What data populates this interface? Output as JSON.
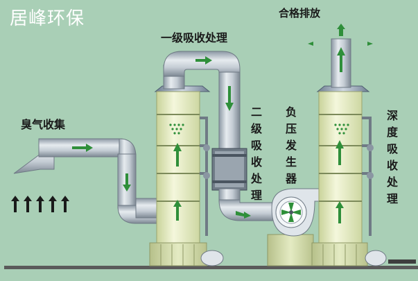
{
  "brand": "居峰环保",
  "labels": {
    "exhaust_collection": "臭气收集",
    "primary_absorption": "一级吸收处理",
    "secondary_absorption": "二级吸收处理",
    "negative_pressure": "负压发生器",
    "deep_absorption": "深度吸收处理",
    "compliant_discharge": "合格排放"
  },
  "colors": {
    "background": "#a9cfb6",
    "tower": "#e8f0c8",
    "duct": "#b8c2cc",
    "arrow": "#2f8f3a",
    "ground": "#5a5a5a"
  }
}
